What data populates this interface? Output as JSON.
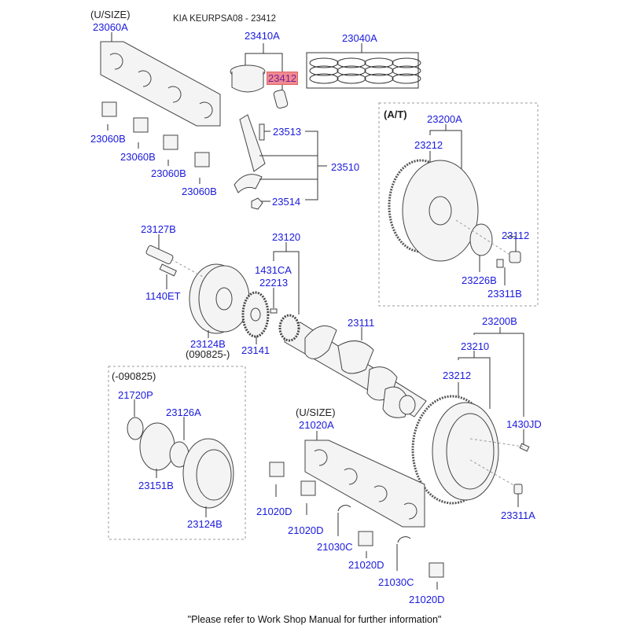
{
  "title": "KIA KEURPSA08 - 23412",
  "footer": "\"Please refer to Work Shop Manual for further information\"",
  "highlight_color": "#f08a8f",
  "label_color": "#1a1adc",
  "groups": {
    "at": "(A/T)",
    "usize_top": "(U/SIZE)",
    "usize_bottom": "(U/SIZE)",
    "old_date": "(-090825)",
    "new_date": "(090825-)"
  },
  "parts": {
    "p23060A": "23060A",
    "p23060B_1": "23060B",
    "p23060B_2": "23060B",
    "p23060B_3": "23060B",
    "p23060B_4": "23060B",
    "p23410A": "23410A",
    "p23412": "23412",
    "p23040A": "23040A",
    "p23513": "23513",
    "p23510": "23510",
    "p23514": "23514",
    "p23200A": "23200A",
    "p23212_at": "23212",
    "p23112": "23112",
    "p23226B": "23226B",
    "p23311B": "23311B",
    "p23127B": "23127B",
    "p1140ET": "1140ET",
    "p23124B_new": "23124B",
    "p23120": "23120",
    "p1431CA": "1431CA",
    "p22213": "22213",
    "p23141": "23141",
    "p23111": "23111",
    "p23200B": "23200B",
    "p23210": "23210",
    "p23212_mt": "23212",
    "p1430JD": "1430JD",
    "p23311A": "23311A",
    "p21720P": "21720P",
    "p23126A": "23126A",
    "p23151B": "23151B",
    "p23124B_old": "23124B",
    "p21020A": "21020A",
    "p21020D_1": "21020D",
    "p21020D_2": "21020D",
    "p21030C_1": "21030C",
    "p21020D_3": "21020D",
    "p21030C_2": "21030C",
    "p21020D_4": "21020D"
  }
}
